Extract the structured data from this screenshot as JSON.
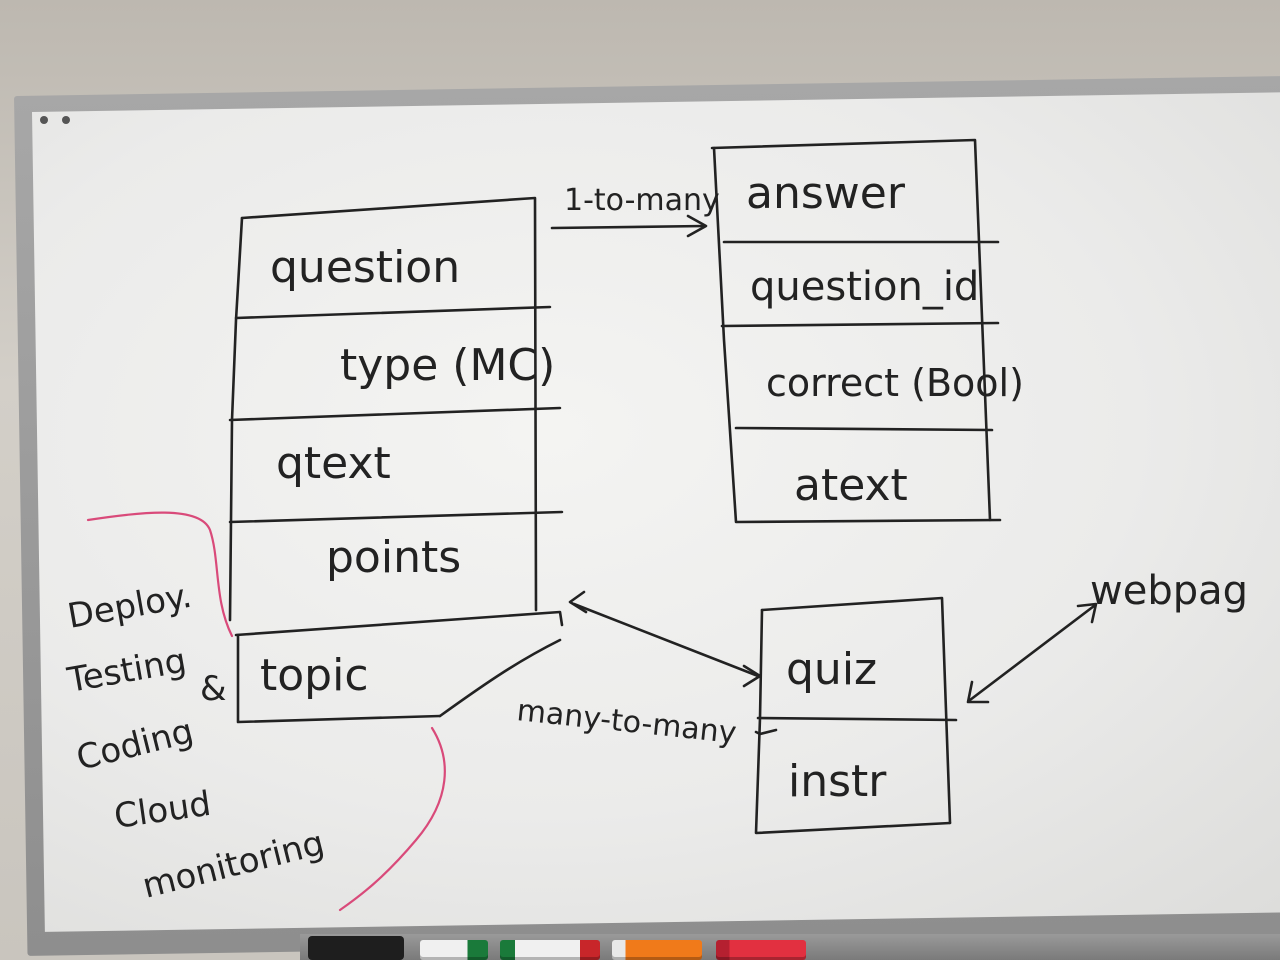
{
  "entities": {
    "question": {
      "title": "question",
      "fields": [
        "type (MC)",
        "qtext",
        "points",
        "topic"
      ]
    },
    "answer": {
      "title": "answer",
      "fields": [
        "question_id",
        "correct (Bool)",
        "atext"
      ]
    },
    "quiz": {
      "title": "quiz",
      "fields": [
        "instr"
      ]
    }
  },
  "relations": {
    "question_answer": "1-to-many",
    "question_quiz": "many-to-many"
  },
  "webpage_label": "webpag",
  "topic_notes": [
    "Deploy.",
    "Testing",
    "&",
    "Coding",
    "Cloud",
    "monitoring"
  ],
  "colors": {
    "ink": "#222222",
    "pink_marker": "#d94a7a",
    "board": "#ececea",
    "frame": "#9a9a9a"
  }
}
